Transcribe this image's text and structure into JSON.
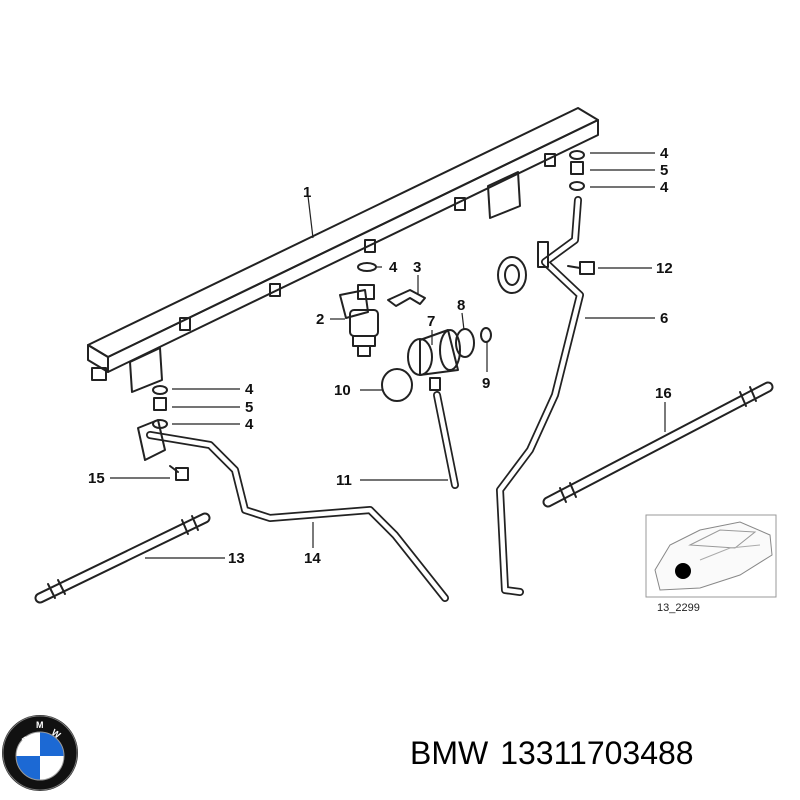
{
  "diagram": {
    "callouts": [
      {
        "id": "c1",
        "number": "1"
      },
      {
        "id": "c2",
        "number": "2"
      },
      {
        "id": "c3",
        "number": "3"
      },
      {
        "id": "c4a",
        "number": "4"
      },
      {
        "id": "c4b",
        "number": "4"
      },
      {
        "id": "c4c",
        "number": "4"
      },
      {
        "id": "c4d",
        "number": "4"
      },
      {
        "id": "c4e",
        "number": "4"
      },
      {
        "id": "c5a",
        "number": "5"
      },
      {
        "id": "c5b",
        "number": "5"
      },
      {
        "id": "c6",
        "number": "6"
      },
      {
        "id": "c7",
        "number": "7"
      },
      {
        "id": "c8",
        "number": "8"
      },
      {
        "id": "c9",
        "number": "9"
      },
      {
        "id": "c10",
        "number": "10"
      },
      {
        "id": "c11",
        "number": "11"
      },
      {
        "id": "c12",
        "number": "12"
      },
      {
        "id": "c13",
        "number": "13"
      },
      {
        "id": "c14",
        "number": "14"
      },
      {
        "id": "c15",
        "number": "15"
      },
      {
        "id": "c16",
        "number": "16"
      }
    ],
    "inset_code": "13_2299"
  },
  "footer": {
    "brand": "BMW",
    "part_number": "13311703488"
  },
  "logo": {
    "icon": "bmw-roundel-icon",
    "letters": "BMW",
    "colors": {
      "blue": "#1c69d4",
      "white": "#ffffff",
      "ring": "#111111"
    }
  }
}
